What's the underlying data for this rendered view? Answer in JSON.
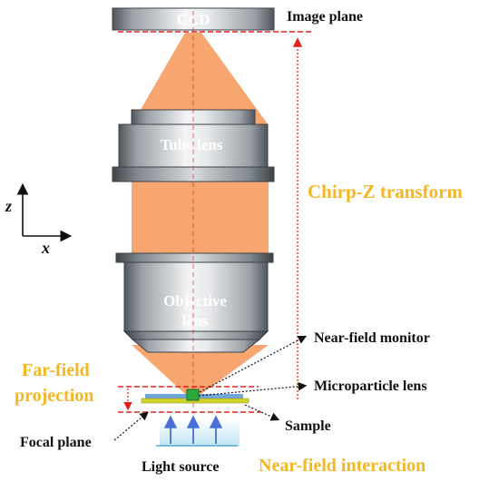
{
  "labels": {
    "ccd": "CCD",
    "image_plane": "Image plane",
    "tube_lens": "Tube lens",
    "objective_line1": "Objective",
    "objective_line2": "lens",
    "chirp_z": "Chirp-Z transform",
    "near_field_monitor": "Near-field monitor",
    "microparticle_lens": "Microparticle lens",
    "far_field_line1": "Far-field",
    "far_field_line2": "projection",
    "focal_plane": "Focal plane",
    "sample": "Sample",
    "light_source": "Light source",
    "near_field_interaction": "Near-field interaction"
  },
  "axes": {
    "z": "z",
    "x": "x"
  },
  "colors": {
    "beam": "#f7a66f",
    "red_dashed": "#e0201b",
    "highlight_text": "#f2b722",
    "microparticle": "#2cab3c",
    "sample_layer": "#d3d12c",
    "light_arrow": "#4a6fd6",
    "light_glow": "#c9e8f7",
    "lens_body": "#8a9096"
  }
}
